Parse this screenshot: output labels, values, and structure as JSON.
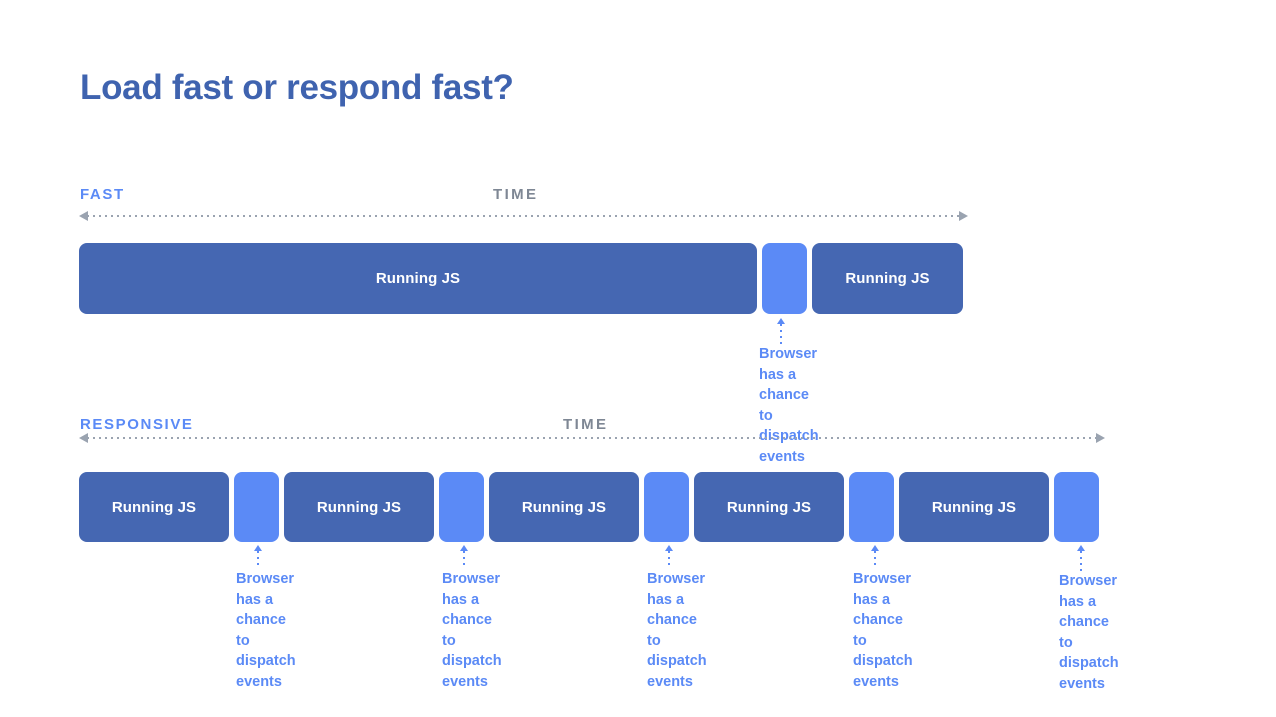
{
  "slide": {
    "title": "Load fast or respond fast?",
    "background_color": "#ffffff",
    "title_color": "#3f63af",
    "js_block_color": "#4567b2",
    "gap_block_color": "#5b8af6",
    "axis_color": "#9aa3b0",
    "time_label_color": "#7e8794"
  },
  "rows": [
    {
      "name": "fast",
      "row_label": "FAST",
      "time_label": "TIME",
      "blocks": [
        {
          "type": "js",
          "label": "Running JS"
        },
        {
          "type": "gap",
          "label": ""
        },
        {
          "type": "js",
          "label": "Running JS"
        }
      ],
      "callouts": [
        {
          "text": "Browser has a\nchance to\ndispatch events"
        }
      ]
    },
    {
      "name": "responsive",
      "row_label": "RESPONSIVE",
      "time_label": "TIME",
      "blocks": [
        {
          "type": "js",
          "label": "Running JS"
        },
        {
          "type": "gap",
          "label": ""
        },
        {
          "type": "js",
          "label": "Running JS"
        },
        {
          "type": "gap",
          "label": ""
        },
        {
          "type": "js",
          "label": "Running JS"
        },
        {
          "type": "gap",
          "label": ""
        },
        {
          "type": "js",
          "label": "Running JS"
        },
        {
          "type": "gap",
          "label": ""
        },
        {
          "type": "js",
          "label": "Running JS"
        },
        {
          "type": "gap",
          "label": ""
        }
      ],
      "callouts": [
        {
          "text": "Browser has a\nchance to\ndispatch events"
        },
        {
          "text": "Browser has a\nchance to\ndispatch events"
        },
        {
          "text": "Browser has a\nchance to\ndispatch events"
        },
        {
          "text": "Browser has a\nchance to\ndispatch events"
        },
        {
          "text": "Browser has a\nchance to\ndispatch events"
        }
      ]
    }
  ]
}
